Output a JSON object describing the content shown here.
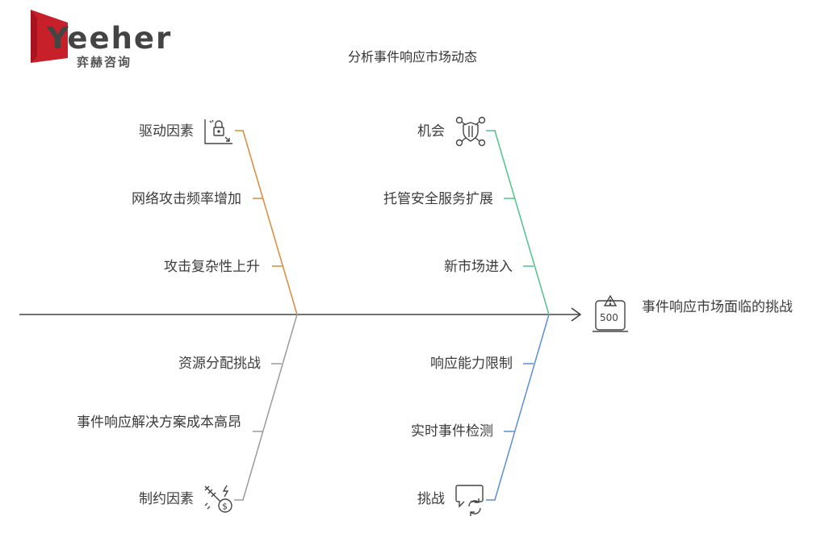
{
  "logo": {
    "word": "Yeeher",
    "subtitle": "弈赫咨询",
    "brand_color": "#c8202b"
  },
  "title": "分析事件响应市场动态",
  "effect": {
    "label": "事件响应市场面临的挑战",
    "icon": "server-error-500-icon"
  },
  "branches": {
    "drivers": {
      "color": "#d98a3d",
      "head": "驱动因素",
      "icon": "lock-chart-icon",
      "items": [
        "网络攻击频率增加",
        "攻击复杂性上升"
      ]
    },
    "opportunities": {
      "color": "#52c28a",
      "head": "机会",
      "icon": "network-shield-icon",
      "items": [
        "托管安全服务扩展",
        "新市场进入"
      ]
    },
    "constraints": {
      "color": "#9a9a9a",
      "head": "制约因素",
      "icon": "dollar-syringe-icon",
      "items": [
        "资源分配挑战",
        "事件响应解决方案成本高昂"
      ]
    },
    "challenges": {
      "color": "#5b8fd6",
      "head": "挑战",
      "icon": "chat-refresh-icon",
      "items": [
        "响应能力限制",
        "实时事件检测"
      ]
    }
  },
  "spine_color": "#444444"
}
